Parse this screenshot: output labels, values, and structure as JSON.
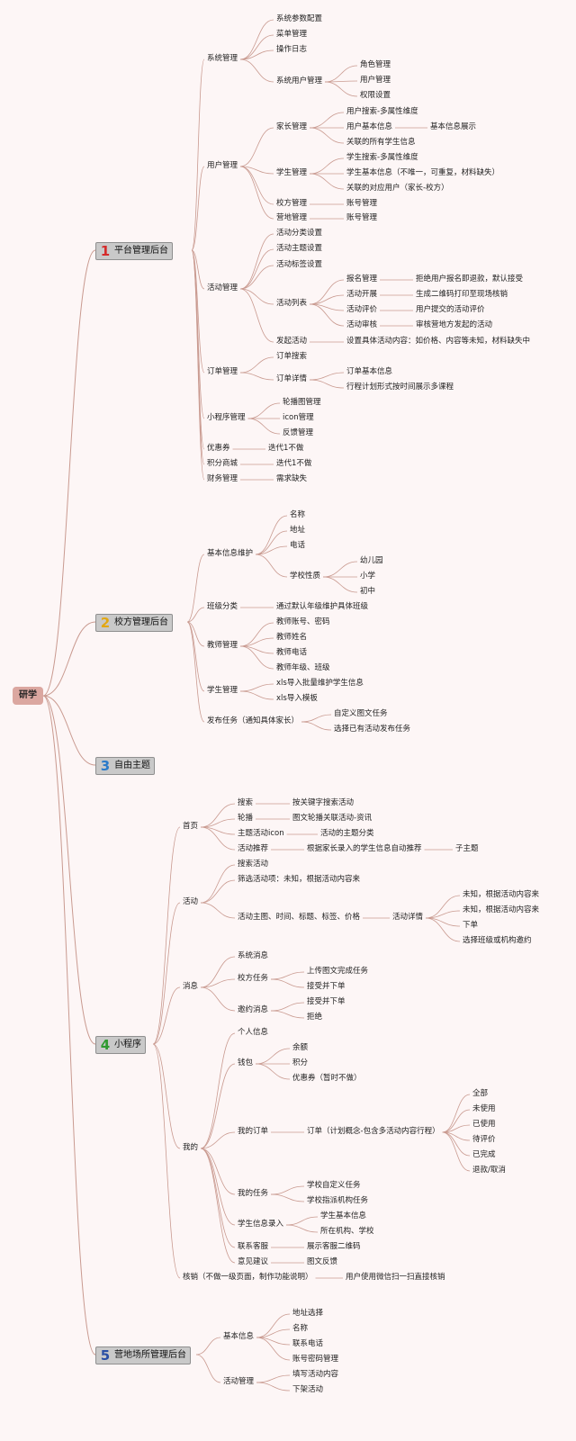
{
  "root": "研学",
  "colors": {
    "num1": "#d52b2b",
    "num2": "#e3a712",
    "num3": "#2a7ac9",
    "num4": "#2f9a2f",
    "num5": "#2a4fa5",
    "line": "#c99a90"
  },
  "m1": {
    "num": "1",
    "label": "平台管理后台"
  },
  "m2": {
    "num": "2",
    "label": "校方管理后台"
  },
  "m3": {
    "num": "3",
    "label": "自由主题"
  },
  "m4": {
    "num": "4",
    "label": "小程序"
  },
  "m5": {
    "num": "5",
    "label": "营地场所管理后台"
  },
  "t": {
    "sys": "系统管理",
    "sys_param": "系统参数配置",
    "menu": "菜单管理",
    "oplog": "操作日志",
    "sysuser": "系统用户管理",
    "role": "角色管理",
    "usermgmt": "用户管理",
    "perm": "权限设置",
    "user": "用户管理",
    "parent": "家长管理",
    "p_search": "用户搜索-多属性维度",
    "p_info": "用户基本信息",
    "p_info_show": "基本信息展示",
    "p_students": "关联的所有学生信息",
    "student": "学生管理",
    "s_search": "学生搜索-多属性维度",
    "s_info": "学生基本信息（不唯一，可重复，材料缺失）",
    "s_rel": "关联的对应用户（家长-校方）",
    "school": "校方管理",
    "school_acc": "账号管理",
    "camp": "营地管理",
    "camp_acc": "账号管理",
    "act": "活动管理",
    "act_cat": "活动分类设置",
    "act_theme": "活动主题设置",
    "act_tag": "活动标签设置",
    "act_list": "活动列表",
    "enroll": "报名管理",
    "enroll_d": "拒绝用户报名即退款，默认接受",
    "act_run": "活动开展",
    "act_run_d": "生成二维码打印至现场核销",
    "act_eval": "活动评价",
    "act_eval_d": "用户提交的活动评价",
    "act_audit": "活动审核",
    "act_audit_d": "审核营地方发起的活动",
    "act_launch": "发起活动",
    "act_launch_d": "设置具体活动内容：如价格、内容等未知，材料缺失中",
    "order": "订单管理",
    "order_search": "订单搜索",
    "order_detail": "订单详情",
    "order_info": "订单基本信息",
    "order_plan": "行程计划形式按时间展示多课程",
    "mini": "小程序管理",
    "banner": "轮播图管理",
    "icon": "icon管理",
    "feedback": "反馈管理",
    "coupon": "优惠券",
    "coupon_d": "迭代1不做",
    "points": "积分商城",
    "points_d": "迭代1不做",
    "finance": "财务管理",
    "finance_d": "需求缺失",
    "basic": "基本信息维护",
    "name": "名称",
    "addr": "地址",
    "tel": "电话",
    "nature": "学校性质",
    "kinder": "幼儿园",
    "primary": "小学",
    "junior": "初中",
    "class": "班级分类",
    "class_d": "通过默认年级维护具体班级",
    "teacher": "教师管理",
    "t_acc": "教师账号、密码",
    "t_name": "教师姓名",
    "t_tel": "教师电话",
    "t_grade": "教师年级、班级",
    "stu": "学生管理",
    "xls_import": "xls导入批量维护学生信息",
    "xls_tpl": "xls导入模板",
    "task": "发布任务（通知具体家长）",
    "task_custom": "自定义图文任务",
    "task_select": "选择已有活动发布任务",
    "home": "首页",
    "h_search": "搜索",
    "h_search_d": "按关键字搜索活动",
    "h_banner": "轮播",
    "h_banner_d": "图文轮播关联活动-资讯",
    "h_icon": "主题活动icon",
    "h_icon_d": "活动的主题分类",
    "h_rec": "活动推荐",
    "h_rec_d": "根据家长录入的学生信息自动推荐",
    "h_rec_sub": "子主题",
    "activity": "活动",
    "a_search": "搜索活动",
    "a_filter": "筛选活动项：未知，根据活动内容来",
    "a_main": "活动主图、时间、标题、标签、价格",
    "a_detail": "活动详情",
    "a_unk1": "未知，根据活动内容来",
    "a_unk2": "未知，根据活动内容来",
    "a_order": "下单",
    "a_choose": "选择班级或机构邀约",
    "msg": "消息",
    "msg_sys": "系统消息",
    "msg_school": "校方任务",
    "msg_upload": "上传图文完成任务",
    "msg_accept1": "接受并下单",
    "msg_invite": "邀约消息",
    "msg_accept2": "接受并下单",
    "msg_reject": "拒绝",
    "mine": "我的",
    "personal": "个人信息",
    "wallet": "钱包",
    "balance": "余额",
    "wpoints": "积分",
    "wcoupon": "优惠券（暂时不做）",
    "myorder": "我的订单",
    "myorder_d": "订单（计划概念-包含多活动内容行程）",
    "o_all": "全部",
    "o_unused": "未使用",
    "o_used": "已使用",
    "o_pending": "待评价",
    "o_done": "已完成",
    "o_refund": "退款/取消",
    "mytask": "我的任务",
    "mytask_custom": "学校自定义任务",
    "mytask_assign": "学校指派机构任务",
    "stuentry": "学生信息录入",
    "stuentry_basic": "学生基本信息",
    "stuentry_org": "所在机构、学校",
    "service": "联系客服",
    "service_d": "展示客服二维码",
    "suggest": "意见建议",
    "suggest_d": "图文反馈",
    "verify": "核销（不做一级页面，制作功能说明）",
    "verify_d": "用户使用微信扫一扫直接核销",
    "c_basic": "基本信息",
    "c_addr": "地址选择",
    "c_name": "名称",
    "c_tel": "联系电话",
    "c_pwd": "账号密码管理",
    "c_act": "活动管理",
    "c_fill": "填写活动内容",
    "c_off": "下架活动"
  }
}
